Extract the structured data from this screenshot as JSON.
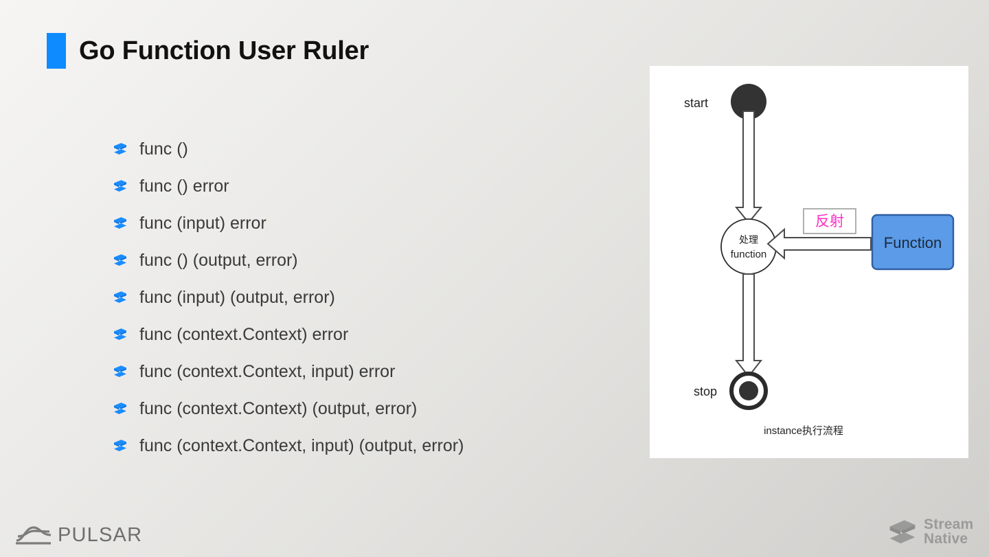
{
  "slide": {
    "title": "Go Function User Ruler",
    "accent_color": "#0D8BFF",
    "background_from": "#F6F5F3",
    "background_to": "#CFCECB"
  },
  "bullets": {
    "icon_name": "streamnative-layers-icon",
    "items": [
      {
        "label": "func ()"
      },
      {
        "label": "func () error"
      },
      {
        "label": "func (input) error"
      },
      {
        "label": "func () (output, error)"
      },
      {
        "label": "func (input) (output, error)"
      },
      {
        "label": "func (context.Context) error"
      },
      {
        "label": "func (context.Context, input) error"
      },
      {
        "label": "func (context.Context) (output, error)"
      },
      {
        "label": "func (context.Context, input) (output, error)"
      }
    ]
  },
  "diagram": {
    "caption": "instance执行流程",
    "start_label": "start",
    "stop_label": "stop",
    "process_label_cn": "处理",
    "process_label_en": "function",
    "edge_label": "反射",
    "edge_label_color": "#FF2EC4",
    "function_box_label": "Function",
    "function_box_fill": "#5B9BE8",
    "function_box_stroke": "#2E5FA3",
    "node_fill": "#333333",
    "stroke_color": "#3C3C3C"
  },
  "footer": {
    "pulsar_logo_text": "PULSAR",
    "pulsar_icon_name": "pulsar-wave-icon",
    "streamnative_icon_name": "streamnative-layers-icon",
    "streamnative_line1": "Stream",
    "streamnative_line2": "Native",
    "logo_color": "#9A9A98"
  }
}
